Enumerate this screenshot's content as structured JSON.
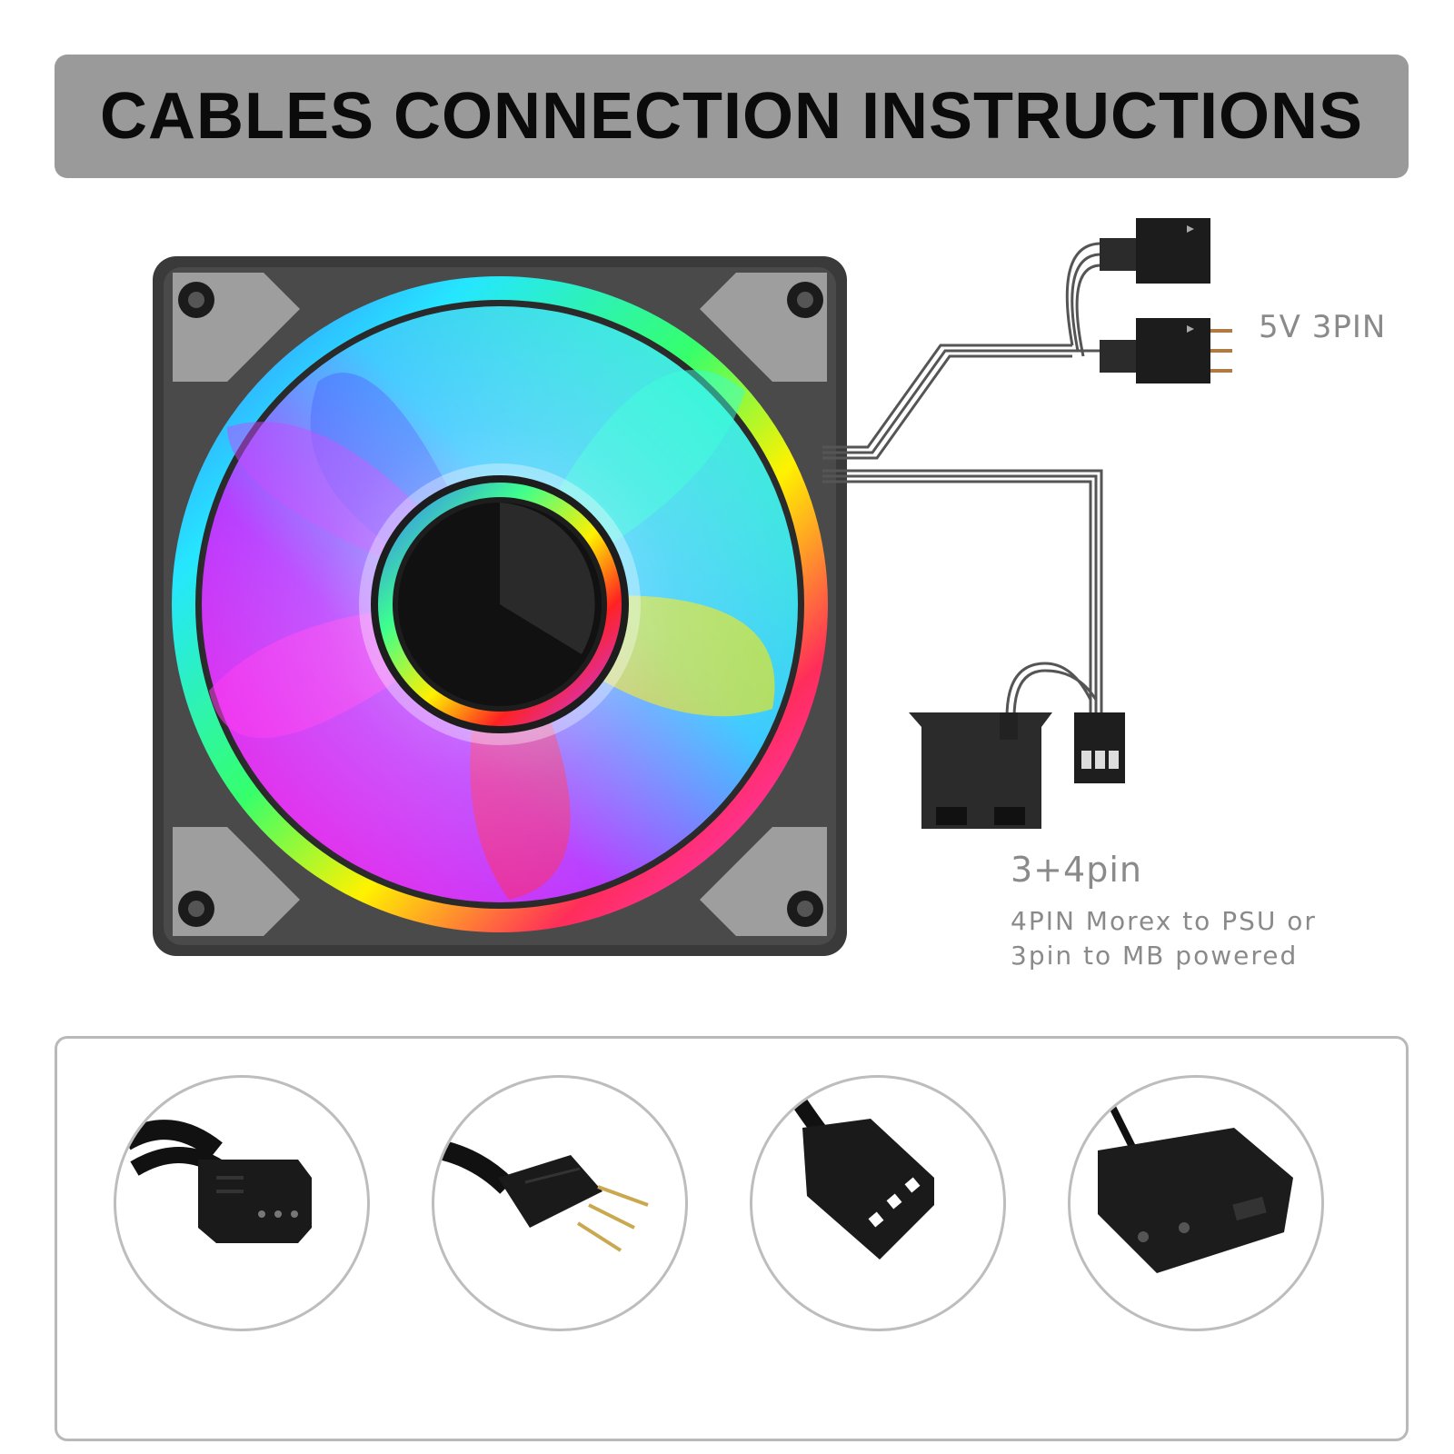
{
  "title": "CABLES CONNECTION INSTRUCTIONS",
  "labels": {
    "rgb_connector": "5V 3PIN",
    "power_connector": "3+4pin",
    "power_note_line1": "4PIN Morex to PSU or",
    "power_note_line2": "3pin to MB powered"
  },
  "connectors": [
    {
      "name": "3pin-female-icon"
    },
    {
      "name": "3pin-male-icon"
    },
    {
      "name": "fan-3pin-icon"
    },
    {
      "name": "molex-4pin-icon"
    }
  ],
  "colors": {
    "banner": "#9a9a9a",
    "frame": "#3a3a3a",
    "label": "#8a8a8a"
  }
}
